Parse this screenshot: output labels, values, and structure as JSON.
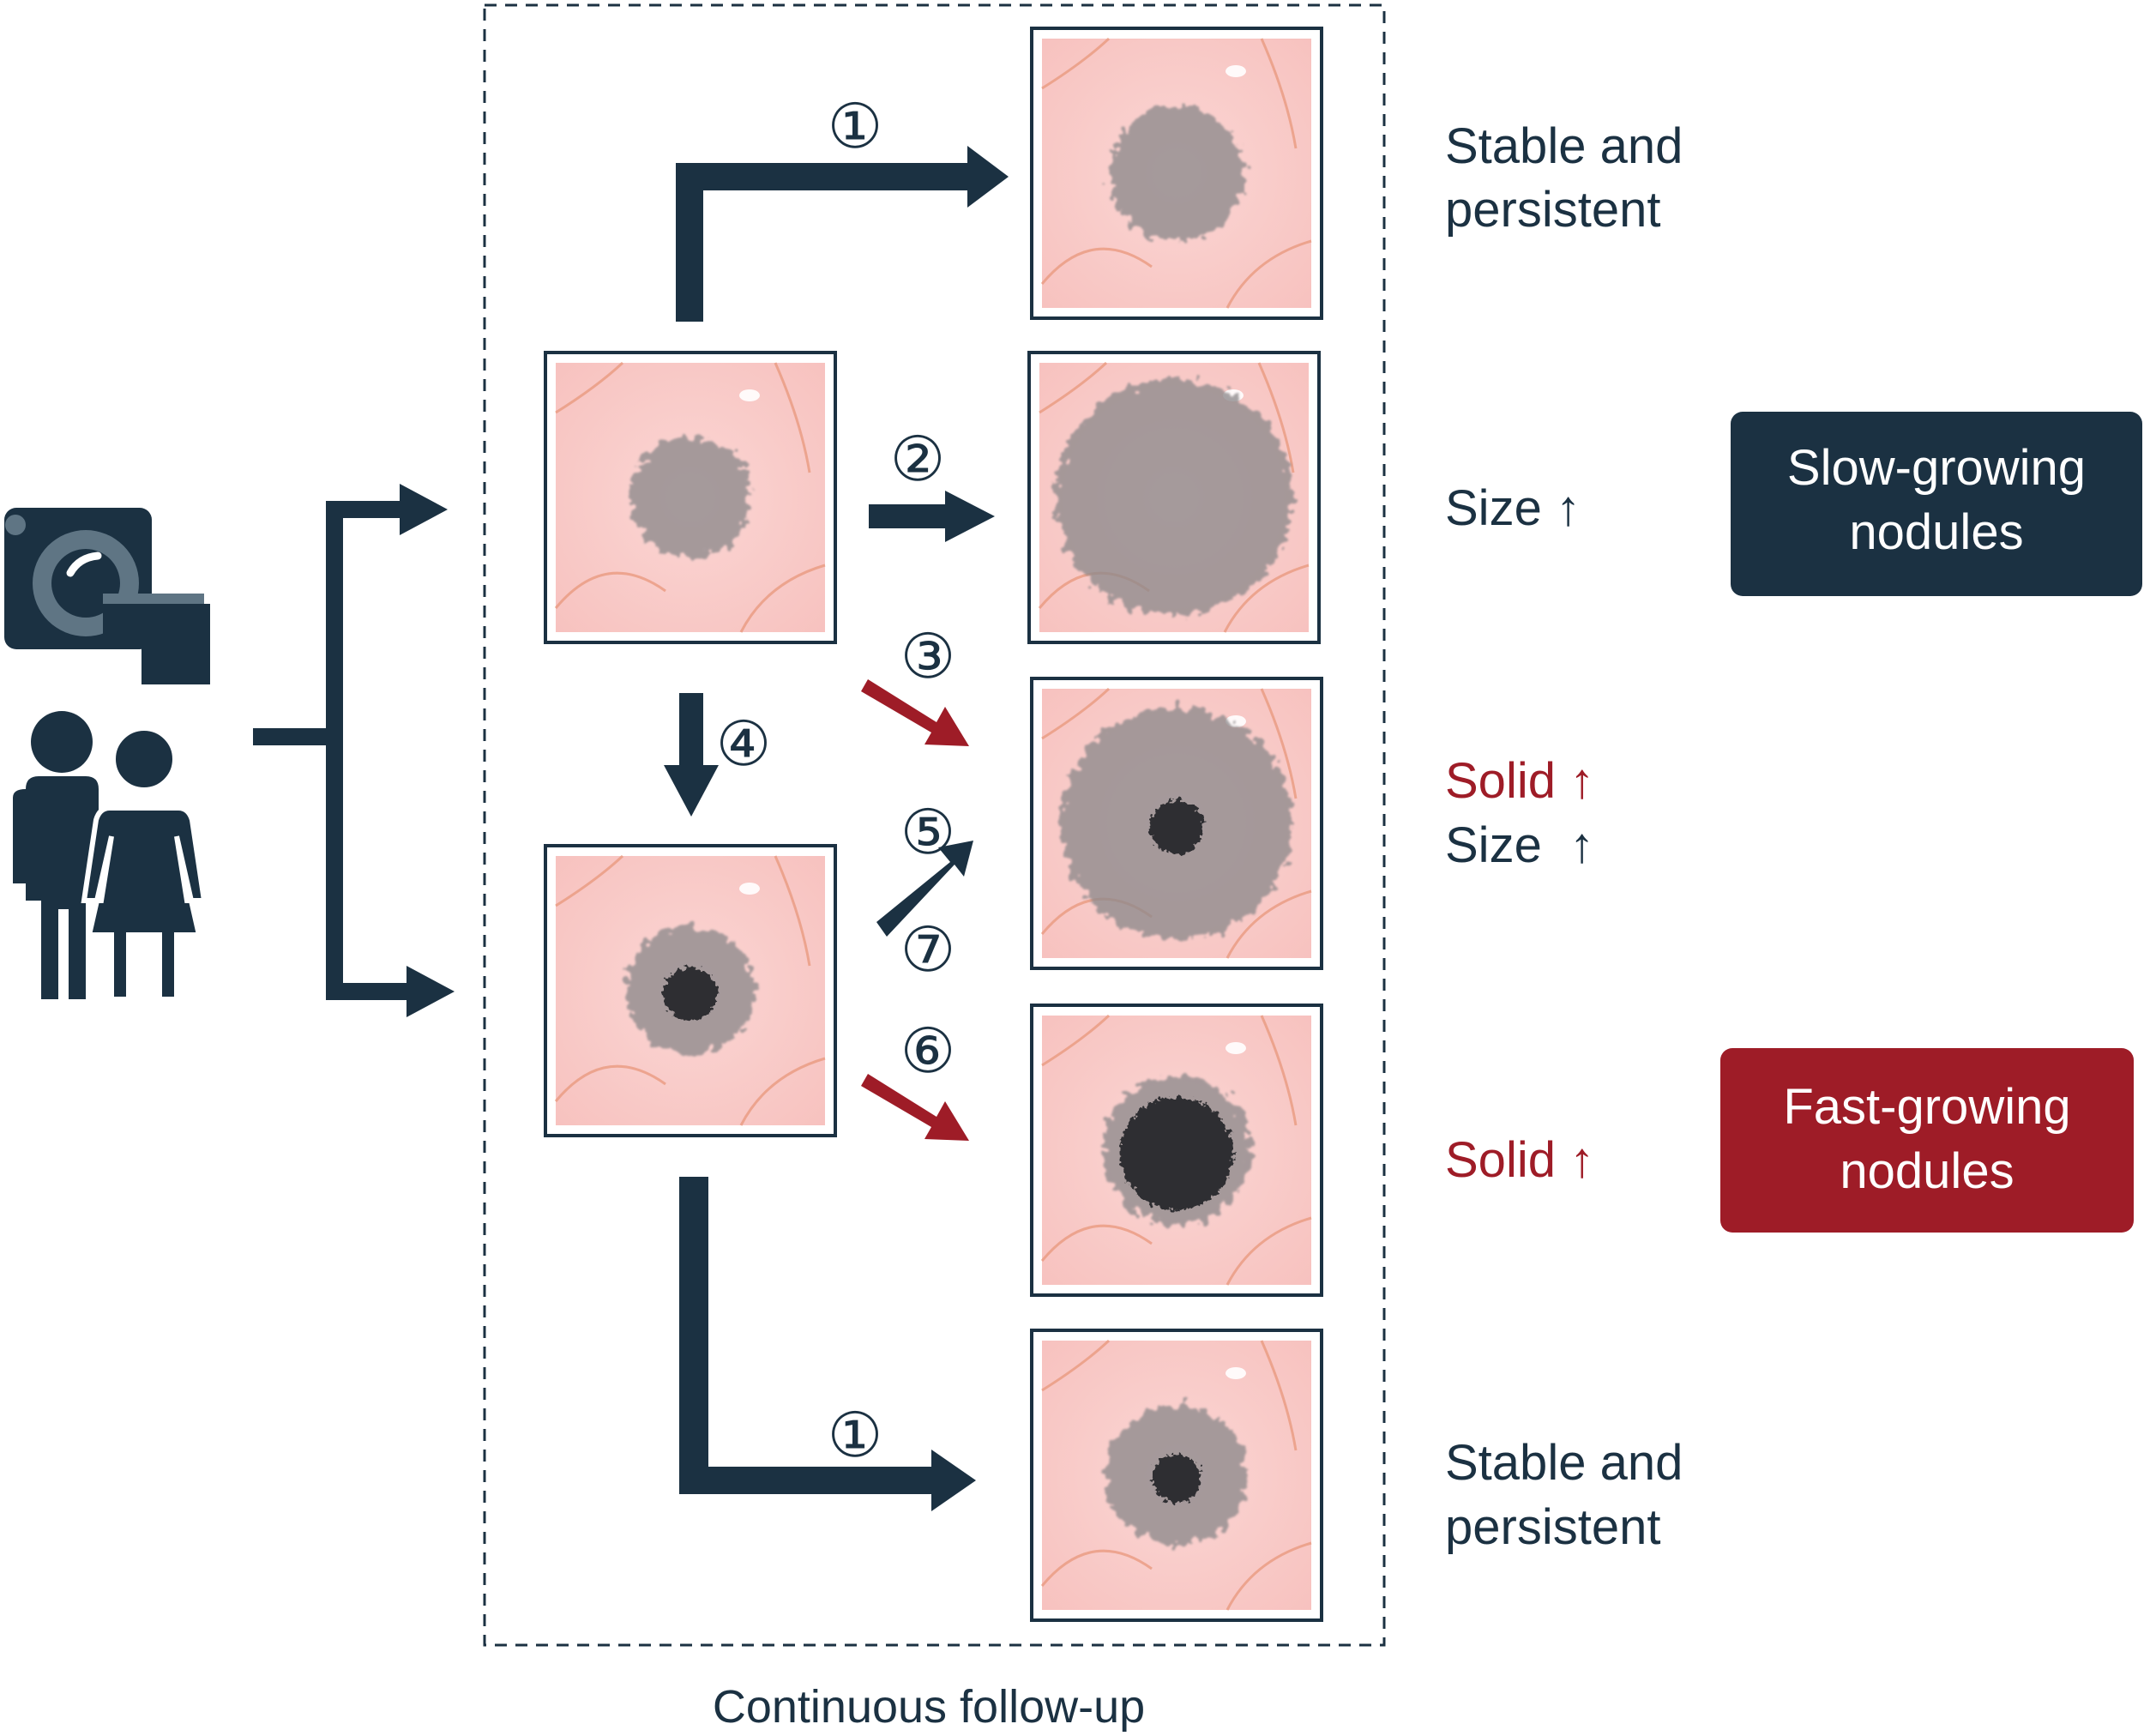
{
  "colors": {
    "navy": "#1b3142",
    "red": "#9e1c27",
    "lung_bg": "#f9c8c8",
    "vessel": "#e8977b",
    "ggo": "#8e8a8c",
    "solid": "#2f2f31",
    "dash": "#1b3142"
  },
  "icons": {
    "scanner": "ct-scanner-icon",
    "patients": "patients-icon"
  },
  "frame": {
    "caption": "Continuous follow-up"
  },
  "paths": [
    {
      "id": "p1-top",
      "label": "①"
    },
    {
      "id": "p2",
      "label": "②"
    },
    {
      "id": "p3",
      "label": "③"
    },
    {
      "id": "p4",
      "label": "④"
    },
    {
      "id": "p5",
      "label": "⑤"
    },
    {
      "id": "p6",
      "label": "⑥"
    },
    {
      "id": "p7",
      "label": "⑦"
    },
    {
      "id": "p1-bottom",
      "label": "①"
    }
  ],
  "nodules": [
    {
      "id": "initial-ggo",
      "ggo_size": 0.45,
      "solid_size": 0
    },
    {
      "id": "initial-part-solid",
      "ggo_size": 0.48,
      "solid_size": 0.2
    },
    {
      "id": "outcome-stable-ggo",
      "ggo_size": 0.5,
      "solid_size": 0
    },
    {
      "id": "outcome-size-increase",
      "ggo_size": 0.88,
      "solid_size": 0
    },
    {
      "id": "outcome-solid-and-size",
      "ggo_size": 0.86,
      "solid_size": 0.2
    },
    {
      "id": "outcome-solid-increase",
      "ggo_size": 0.55,
      "solid_size": 0.42
    },
    {
      "id": "outcome-stable-part-solid",
      "ggo_size": 0.52,
      "solid_size": 0.18
    }
  ],
  "outcomes": {
    "stable_top_line1": "Stable and",
    "stable_top_line2": "persistent",
    "size_up": "Size ↑",
    "solid_up_a": "Solid ↑",
    "size_up_b": "Size  ↑",
    "solid_up_c": "Solid ↑",
    "stable_bottom_line1": "Stable and",
    "stable_bottom_line2": "persistent"
  },
  "categories": {
    "slow_line1": "Slow-growing",
    "slow_line2": "nodules",
    "fast_line1": "Fast-growing",
    "fast_line2": "nodules"
  }
}
